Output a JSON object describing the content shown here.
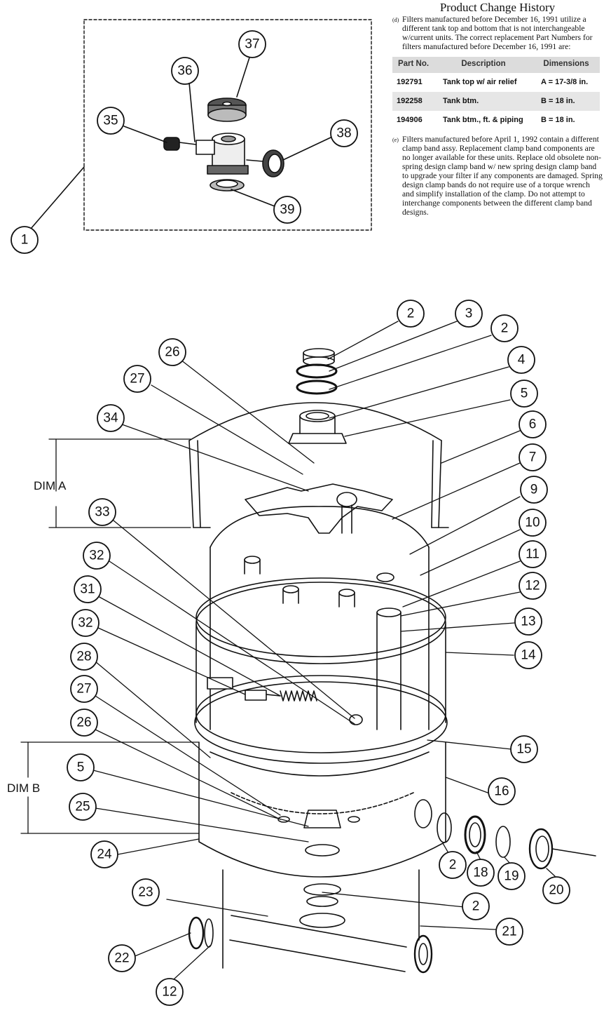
{
  "history": {
    "title": "Product Change History",
    "note_d": {
      "marker": "(d)",
      "text": "Filters manufactured before December 16, 1991 utilize a different tank top and bottom that is not interchangeable w/current units. The correct replacement Part Numbers for filters manufactured before December 16, 1991 are:"
    },
    "table": {
      "headers": [
        "Part No.",
        "Description",
        "Dimensions"
      ],
      "rows": [
        [
          "192791",
          "Tank top w/ air relief",
          "A = 17-3/8 in."
        ],
        [
          "192258",
          "Tank btm.",
          "B = 18 in."
        ],
        [
          "194906",
          "Tank btm., ft. & piping",
          "B = 18 in."
        ]
      ]
    },
    "note_e": {
      "marker": "(e)",
      "text": "Filters manufactured before April 1, 1992 contain a different clamp band assy. Replacement clamp band components are no longer available for these units. Replace old obsolete non-spring design clamp band w/ new spring design clamp band to upgrade your filter if any components are damaged. Spring design clamp bands do not require use of a torque wrench and simplify installation of the clamp. Do not attempt to interchange components between the different clamp band designs."
    }
  },
  "dimensions": {
    "dim_a": "DIM A",
    "dim_b": "DIM B"
  },
  "callouts": {
    "c1": "1",
    "c35": "35",
    "c36": "36",
    "c37": "37",
    "c38": "38",
    "c39": "39",
    "c2a": "2",
    "c3": "3",
    "c2b": "2",
    "c26a": "26",
    "c4": "4",
    "c27a": "27",
    "c5a": "5",
    "c34": "34",
    "c6": "6",
    "c7": "7",
    "c9": "9",
    "c33": "33",
    "c10": "10",
    "c32a": "32",
    "c11": "11",
    "c31": "31",
    "c12a": "12",
    "c13": "13",
    "c32b": "32",
    "c14": "14",
    "c28": "28",
    "c27b": "27",
    "c26b": "26",
    "c15": "15",
    "c5b": "5",
    "c16": "16",
    "c25": "25",
    "c2c": "2",
    "c18": "18",
    "c19": "19",
    "c20": "20",
    "c24": "24",
    "c23": "23",
    "c2d": "2",
    "c21": "21",
    "c22": "22",
    "c12b": "12"
  },
  "colors": {
    "ink": "#111111",
    "table_shade": "#dcdcdc",
    "detail_fill": "#9a9a9a"
  }
}
